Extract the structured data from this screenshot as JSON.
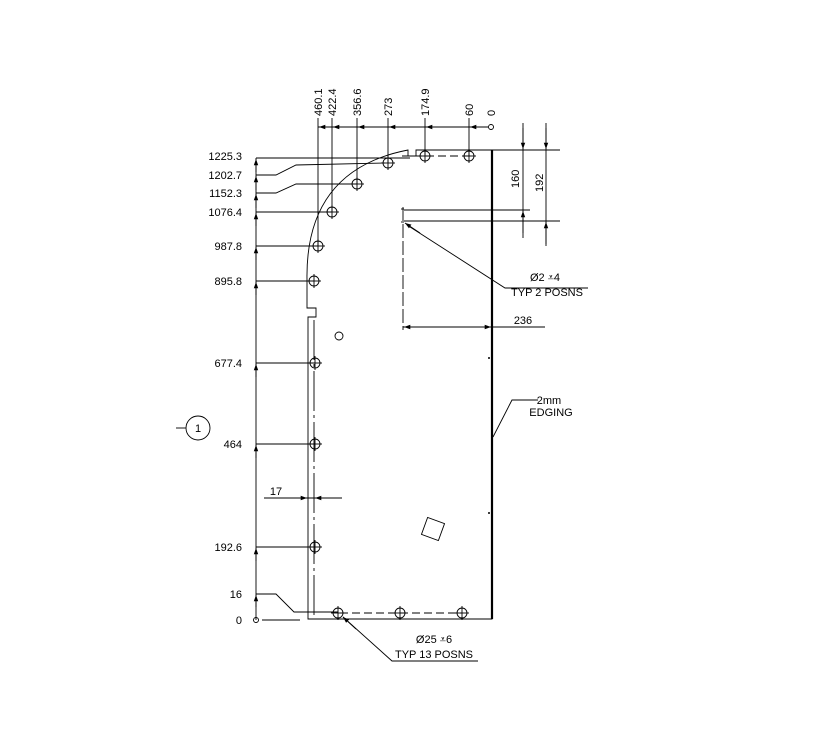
{
  "vertical_dims": [
    "1225.3",
    "1202.7",
    "1152.3",
    "1076.4",
    "987.8",
    "895.8",
    "677.4",
    "464",
    "192.6",
    "16",
    "0"
  ],
  "horizontal_dims": [
    "460.1",
    "422.4",
    "356.6",
    "273",
    "174.9",
    "60",
    "0"
  ],
  "dim_17": "17",
  "dim_236": "236",
  "dim_160": "160",
  "dim_192": "192",
  "callout_small_hole": {
    "line1": "Ø2 ⩡4",
    "line2": "TYP 2 POSNS"
  },
  "callout_large_hole": {
    "line1": "Ø25 ⩡6",
    "line2": "TYP 13 POSNS"
  },
  "edging_note": {
    "line1": "2mm",
    "line2": "EDGING"
  },
  "view_marker": "1"
}
